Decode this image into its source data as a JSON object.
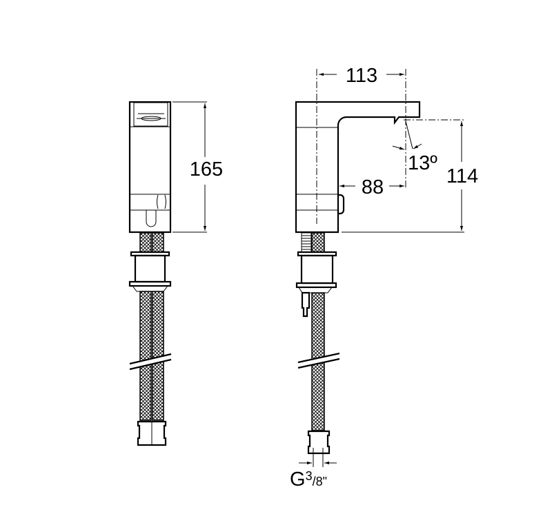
{
  "drawing": {
    "front_view": {
      "height_label": "165"
    },
    "side_view": {
      "reach_label": "113",
      "angle_label": "13º",
      "outlet_height_label": "114",
      "spout_projection_label": "88",
      "connection_label_prefix": "G",
      "connection_label_num": "3",
      "connection_label_den": "/8\""
    }
  }
}
